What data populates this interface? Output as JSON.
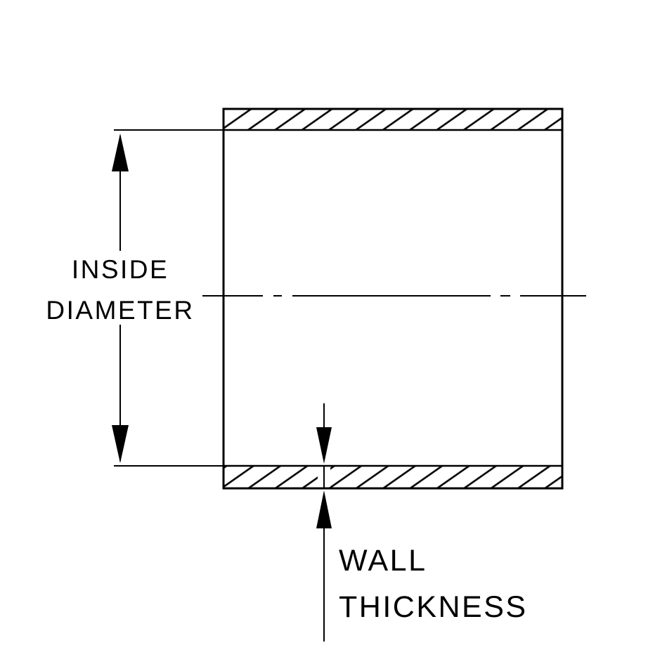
{
  "canvas": {
    "background_color": "#ffffff",
    "line_color": "#000000",
    "description": "Engineering cross-section drawing of a silicone hose coupler wall"
  },
  "labels": {
    "inside_diameter": {
      "line1": "INSIDE",
      "line2": "DIAMETER"
    },
    "wall_thickness": {
      "line1": "WALL",
      "line2": "THICKNESS"
    }
  }
}
